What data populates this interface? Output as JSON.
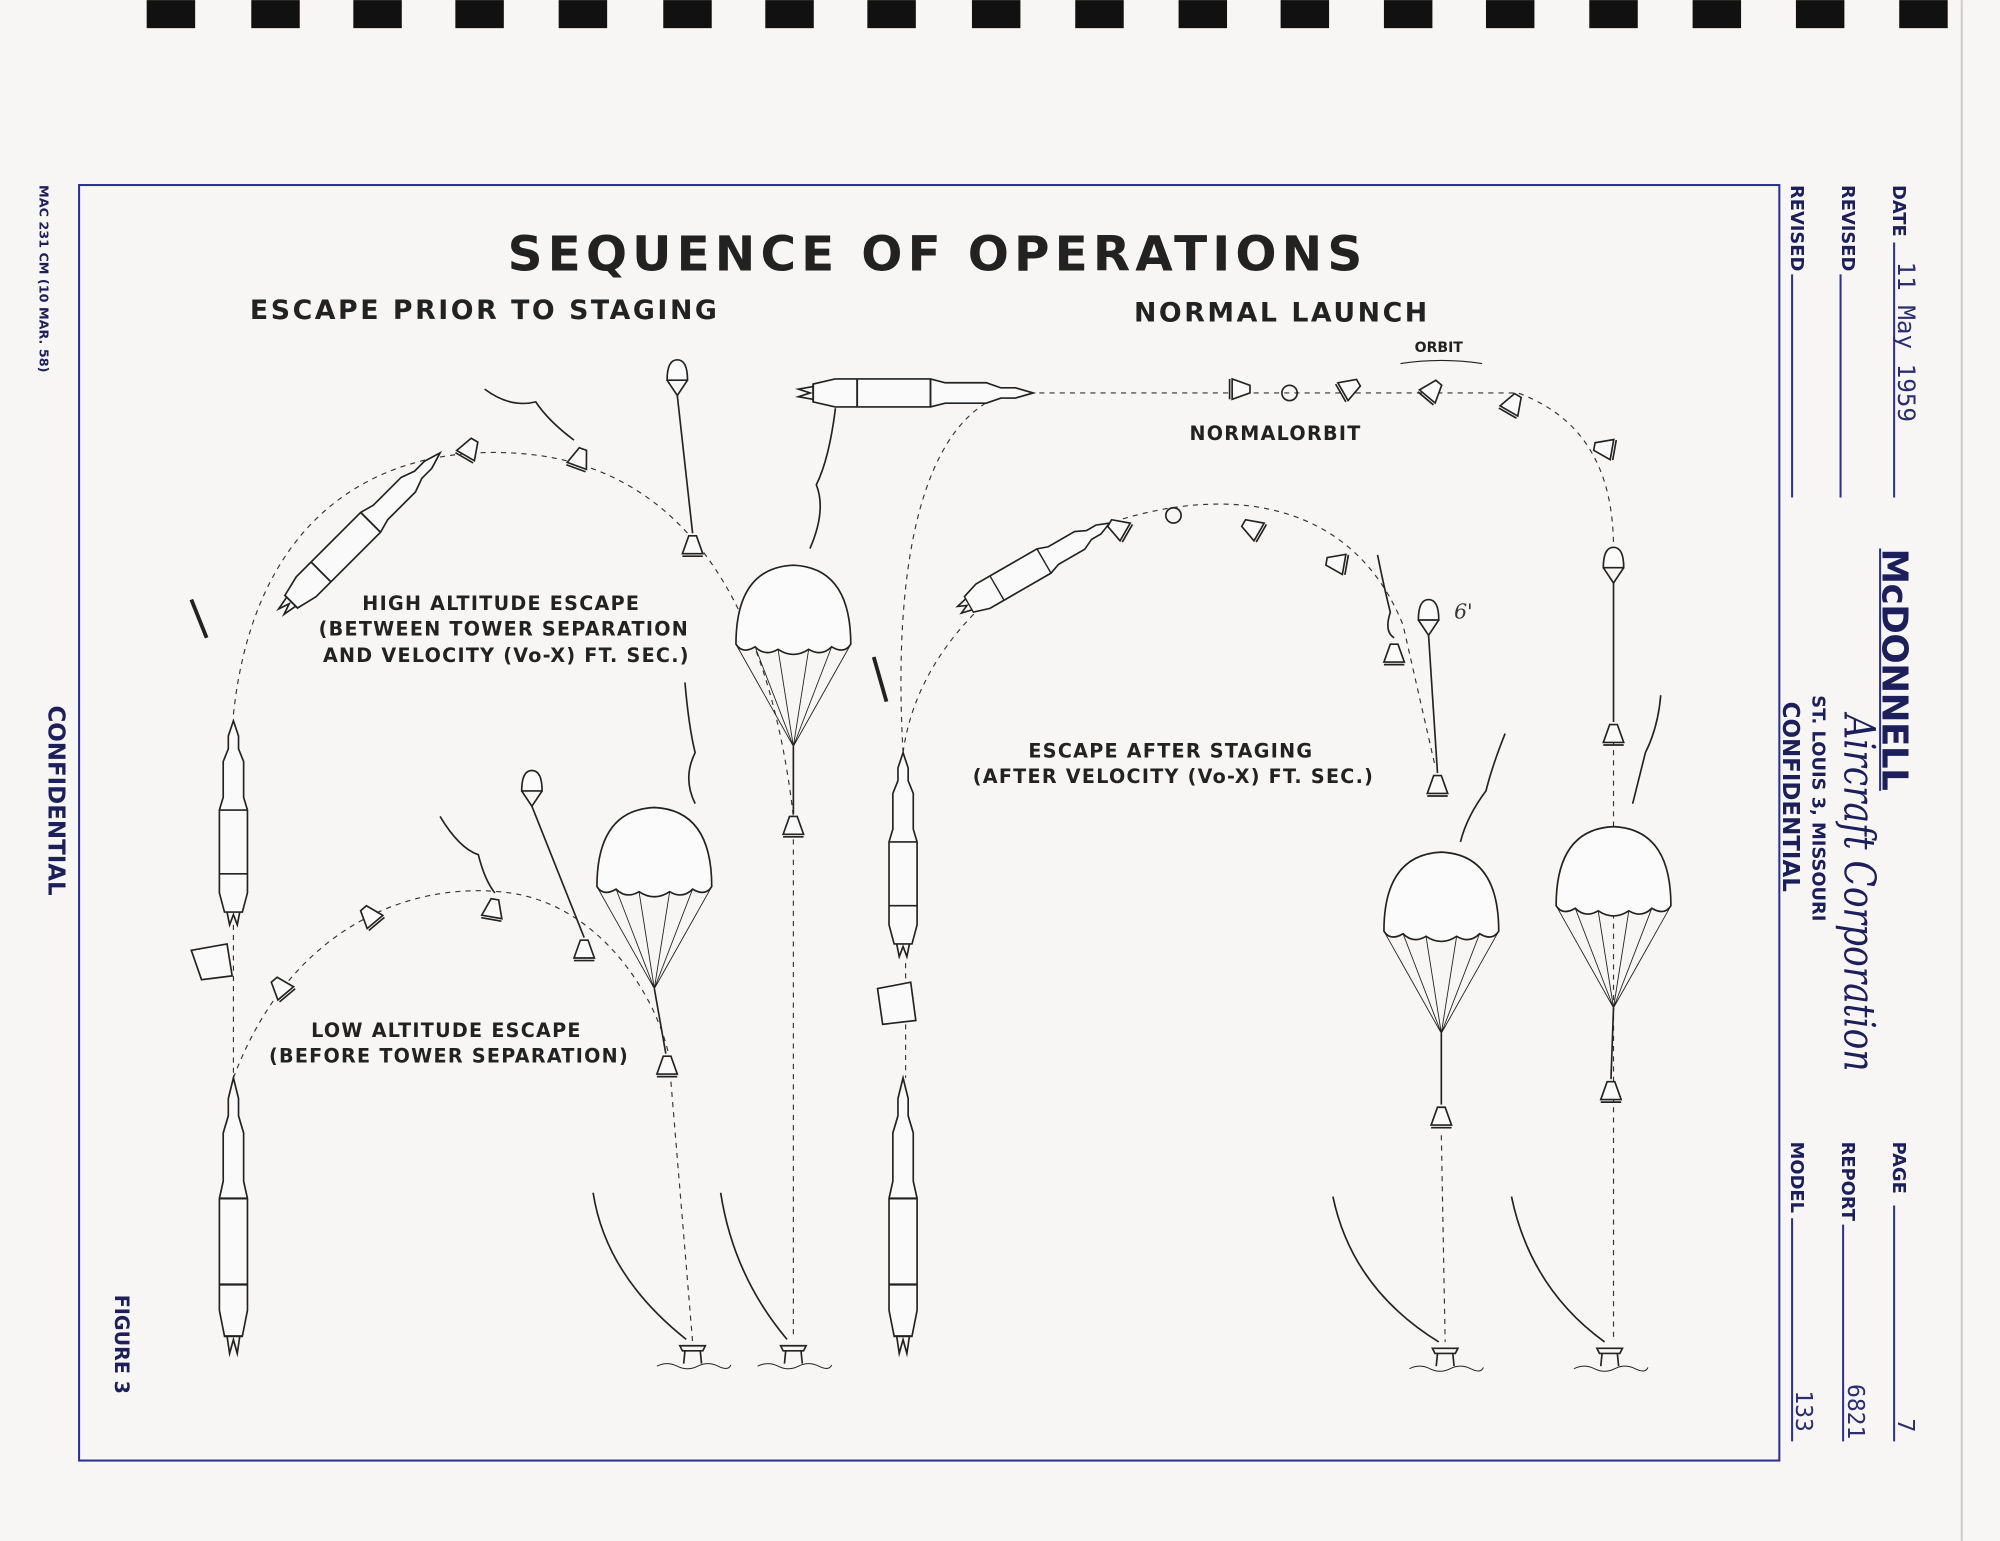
{
  "title": "SEQUENCE OF OPERATIONS",
  "sections": {
    "escape_prior": "ESCAPE PRIOR TO STAGING",
    "normal_launch": "NORMAL LAUNCH"
  },
  "labels": {
    "orbit": "ORBIT",
    "normal_orbit": "NORMALORBIT",
    "high_alt": [
      "HIGH ALTITUDE ESCAPE",
      "(BETWEEN TOWER SEPARATION",
      "AND VELOCITY (Vo-X) FT. SEC.)"
    ],
    "low_alt": [
      "LOW ALTITUDE ESCAPE",
      "(BEFORE TOWER SEPARATION)"
    ],
    "after_staging": [
      "ESCAPE AFTER STAGING",
      "(AFTER VELOCITY (Vo-X) FT. SEC.)"
    ],
    "handwritten_note": "6'"
  },
  "left_margin": {
    "form_number": "MAC 231 CM (10 MAR. 58)",
    "classification": "CONFIDENTIAL",
    "figure": "FIGURE 3"
  },
  "title_block": {
    "date_label": "DATE",
    "date_value": "11 May 1959",
    "revised_label_1": "REVISED",
    "revised_label_2": "REVISED",
    "company": "McDONNELL",
    "company_script": "Aircraft Corporation",
    "location": "ST. LOUIS 3, MISSOURI",
    "classification": "CONFIDENTIAL",
    "page_label": "PAGE",
    "page_value": "7",
    "report_label": "REPORT",
    "report_value": "6821",
    "model_label": "MODEL",
    "model_value": "133"
  }
}
